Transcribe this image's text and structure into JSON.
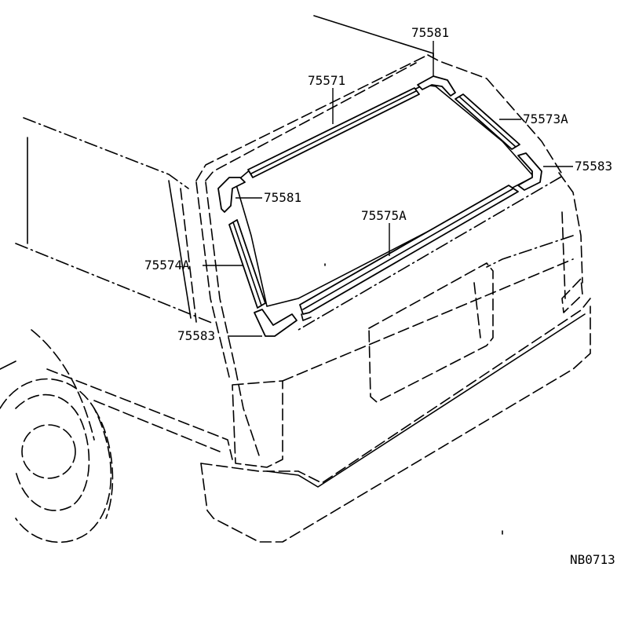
{
  "labels": {
    "top_clip": "75581",
    "upper_molding": "75571",
    "right_molding": "75573A",
    "right_corner": "75583",
    "left_upper_clip": "75581",
    "lower_molding": "75575A",
    "left_molding": "75574A",
    "left_corner": "75583",
    "diagram_code": "NB0713"
  }
}
